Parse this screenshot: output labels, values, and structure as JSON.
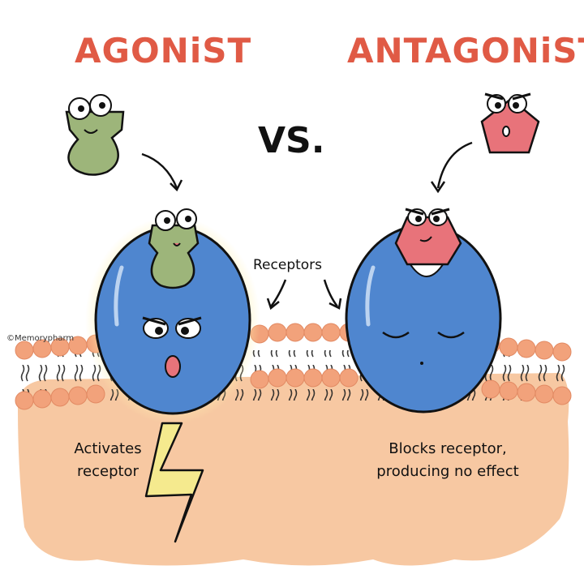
{
  "titles": {
    "agonist": "AGONiST",
    "vs": "VS.",
    "antagonist": "ANTAGONiST"
  },
  "labels": {
    "receptors": "Receptors",
    "agonist_effect_line1": "Activates",
    "agonist_effect_line2": "receptor",
    "antagonist_effect_line1": "Blocks receptor,",
    "antagonist_effect_line2": "producing no effect"
  },
  "credit": "©Memorypharm",
  "colors": {
    "title": "#e05a45",
    "receptor": "#4f86cf",
    "agonist": "#9db57a",
    "antagonist": "#e8737a",
    "membrane_head": "#f2a27b",
    "cytoplasm": "#f7c8a2",
    "bolt": "#f5ea8e"
  }
}
